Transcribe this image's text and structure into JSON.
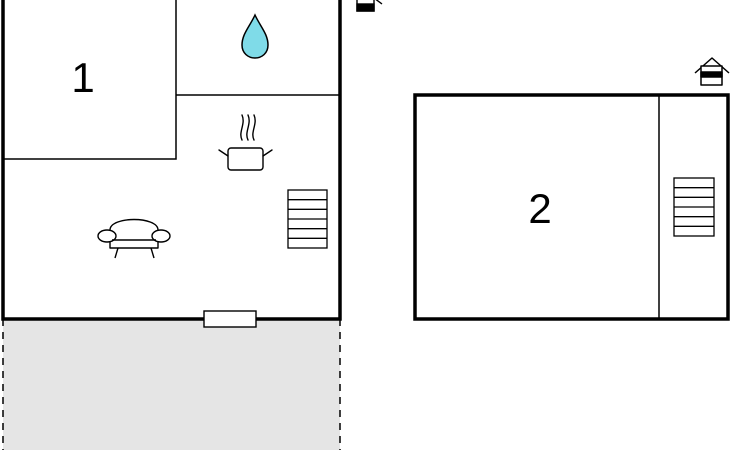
{
  "floor_plan": {
    "building_1": {
      "room_label": "1"
    },
    "building_2": {
      "room_label": "2"
    },
    "icons": [
      "water-drop-icon",
      "cooking-pot-icon",
      "sofa-icon",
      "stairs-icon",
      "house-icon",
      "door-icon",
      "terrace-area"
    ],
    "colors": {
      "wall": "#000000",
      "water": "#7fdbe8",
      "terrace_fill": "#e5e5e5",
      "background": "#ffffff"
    }
  }
}
